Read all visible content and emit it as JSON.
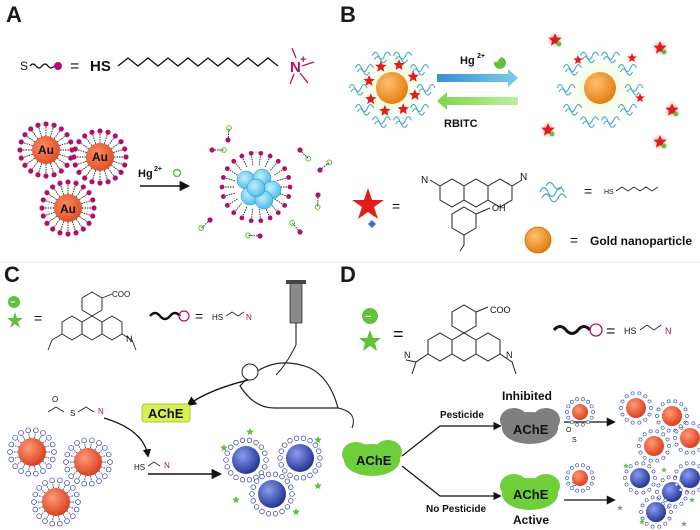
{
  "panels": {
    "a": {
      "label": "A",
      "ligand_formula": "HS",
      "ligand_charge": "N",
      "plus": "+",
      "eq": "=",
      "s_tag": "S",
      "au": "Au",
      "reagent": "Hg",
      "reagent_sup": "2+"
    },
    "b": {
      "label": "B",
      "hg_reagent": "Hg",
      "hg_sup": "2+",
      "rbitc": "RBITC",
      "eq": "=",
      "oh": "OH",
      "n1": "N",
      "n2": "N",
      "hs": "HS",
      "legend_np": "Gold nanoparticle"
    },
    "c": {
      "label": "C",
      "eq": "=",
      "coo": "COO",
      "n": "N",
      "hs": "HS",
      "ache": "AChE",
      "s": "S",
      "o": "O"
    },
    "d": {
      "label": "D",
      "eq": "=",
      "coo": "COO",
      "n": "N",
      "hs": "HS",
      "pesticide": "Pesticide",
      "no_pesticide": "No Pesticide",
      "inhibited": "Inhibited",
      "active": "Active",
      "ache": "AChE",
      "s": "S",
      "o": "O"
    }
  },
  "colors": {
    "gold_np": "#f08a1c",
    "red_np": "#e9472a",
    "blue_np": "#2c3fa8",
    "ligand_pink": "#b0106a",
    "ligand_teal": "#4ca7c4",
    "star": "#e21c1c",
    "green": "#5fc23a",
    "ache_green": "#6fcf3a",
    "ache_gray": "#7f7f7f"
  }
}
